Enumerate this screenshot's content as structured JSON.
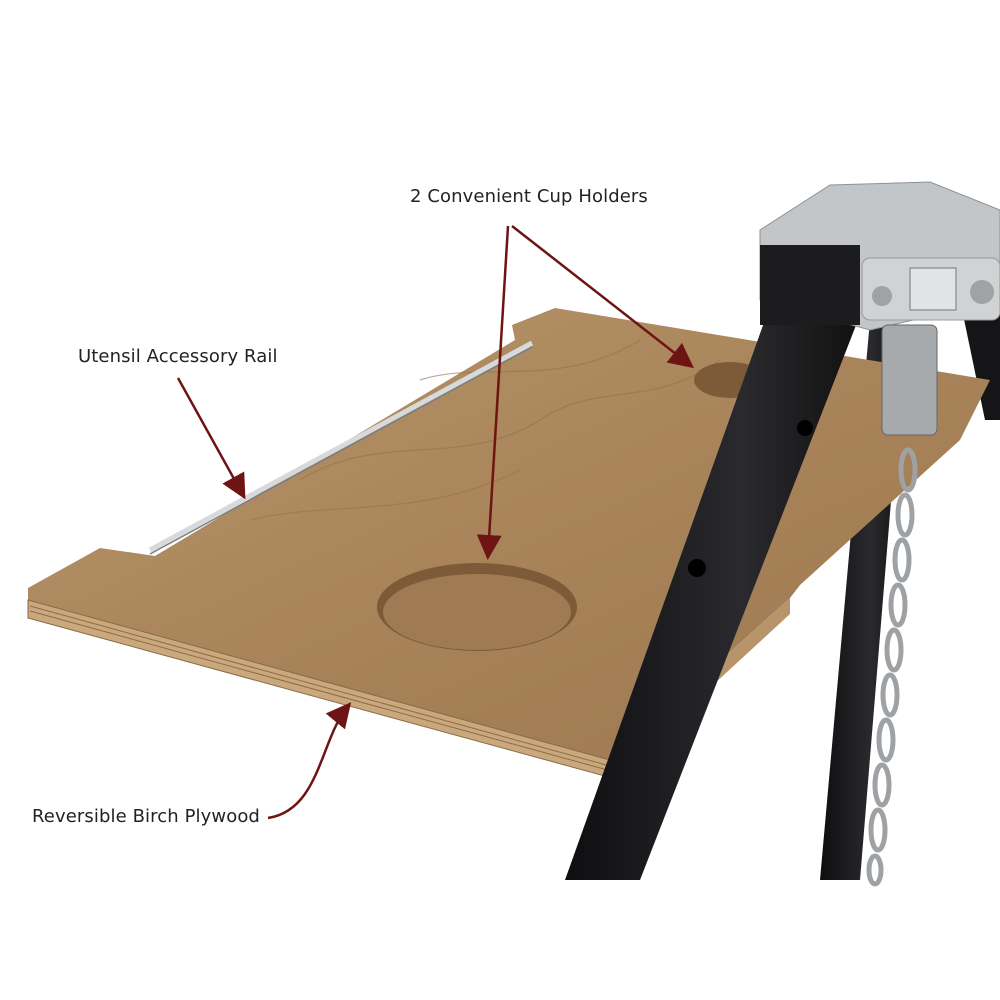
{
  "callouts": {
    "cup_holders": "2 Convenient Cup Holders",
    "utensil_rail": "Utensil Accessory Rail",
    "plywood": "Reversible Birch Plywood"
  },
  "colors": {
    "arrow": "#6e1414",
    "wood": "#a8865f",
    "frame": "#1a1a1c",
    "metal": "#b9bcbf"
  }
}
